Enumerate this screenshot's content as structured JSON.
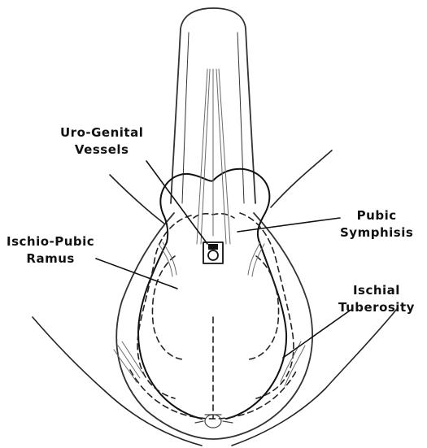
{
  "labels": {
    "uro_genital": {
      "line1": "Uro-Genital",
      "line2": "Vessels"
    },
    "pubic": {
      "line1": "Pubic",
      "line2": "Symphisis"
    },
    "ischio_pubic": {
      "line1": "Ischio-Pubic",
      "line2": "Ramus"
    },
    "ischial": {
      "line1": "Ischial",
      "line2": "Tuberosity"
    }
  },
  "colors": {
    "ink": "#111111",
    "fine": "#6a6a6a",
    "background": "#ffffff"
  }
}
